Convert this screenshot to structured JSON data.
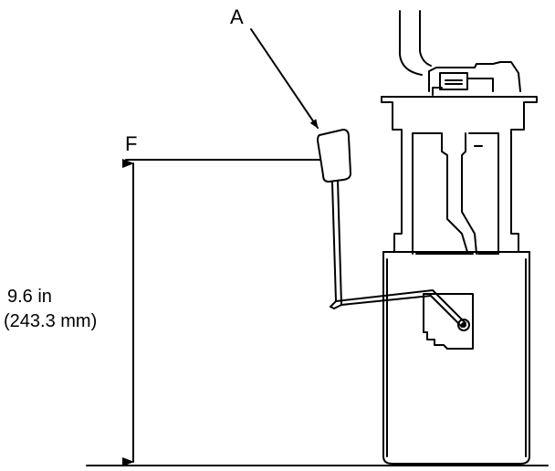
{
  "diagram": {
    "callouts": {
      "a": "A",
      "f": "F"
    },
    "dimension": {
      "line1": "9.6 in",
      "line2": "(243.3 mm)"
    },
    "colors": {
      "ink": "#000000",
      "paper": "#ffffff"
    }
  }
}
